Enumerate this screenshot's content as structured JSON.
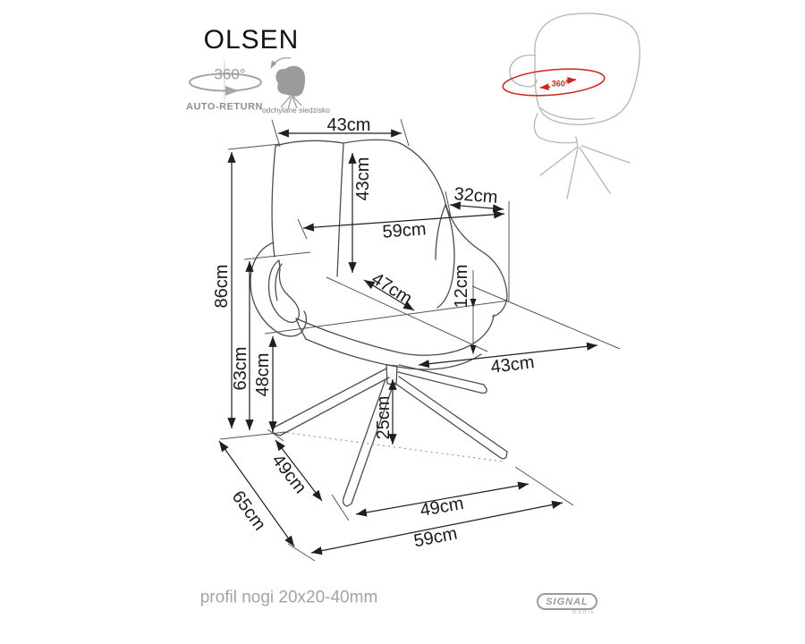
{
  "title": "OLSEN",
  "features": {
    "auto_return": {
      "degrees": "360°",
      "label": "AUTO-RETURN"
    },
    "tilt": {
      "label": "odchylane siedzisko"
    }
  },
  "rotation_badge": {
    "degrees": "360°"
  },
  "dims": {
    "back_width": "43cm",
    "back_height": "43cm",
    "arm_length": "32cm",
    "total_width": "59cm",
    "seat_depth": "47cm",
    "cushion_height": "12cm",
    "total_height": "86cm",
    "arm_height": "63cm",
    "seat_height": "48cm",
    "base_clearance": "25cm",
    "seat_width": "43cm",
    "base_side": "49cm",
    "base_depth": "65cm",
    "base_front_inner": "49cm",
    "base_width": "59cm"
  },
  "footer": {
    "note": "profil nogi 20x20-40mm"
  },
  "brand": {
    "name": "SIGNAL",
    "sub": "meble"
  },
  "colors": {
    "dimension_line": "#1f1f1f",
    "drawing_line": "#4d4d4d",
    "reference_line": "#555555",
    "muted_gray": "#9a9a9a",
    "light_drawing": "#b5b5b5",
    "accent_red": "#c8271b"
  }
}
